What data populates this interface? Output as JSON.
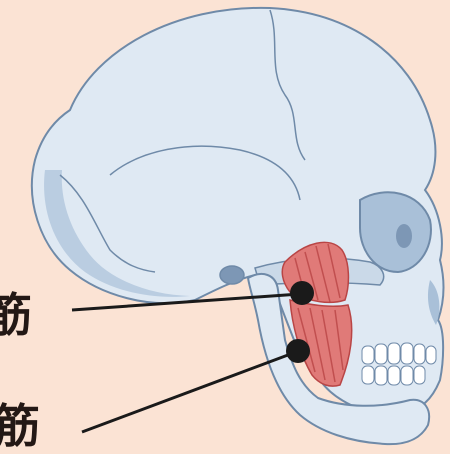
{
  "colors": {
    "background": "#fbe3d4",
    "bone": "#dfe9f3",
    "bone_shadow": "#a9c0d8",
    "bone_outline": "#6f8aa8",
    "muscle": "#e07a78",
    "muscle_stripe": "#b94545",
    "pointer": "#1a1a1a"
  },
  "labels": {
    "upper": "筋",
    "lower": "筋"
  },
  "icons": {
    "skull": "skull-lateral-view-illustration",
    "upper_marker": "dot-marker",
    "lower_marker": "dot-marker"
  }
}
